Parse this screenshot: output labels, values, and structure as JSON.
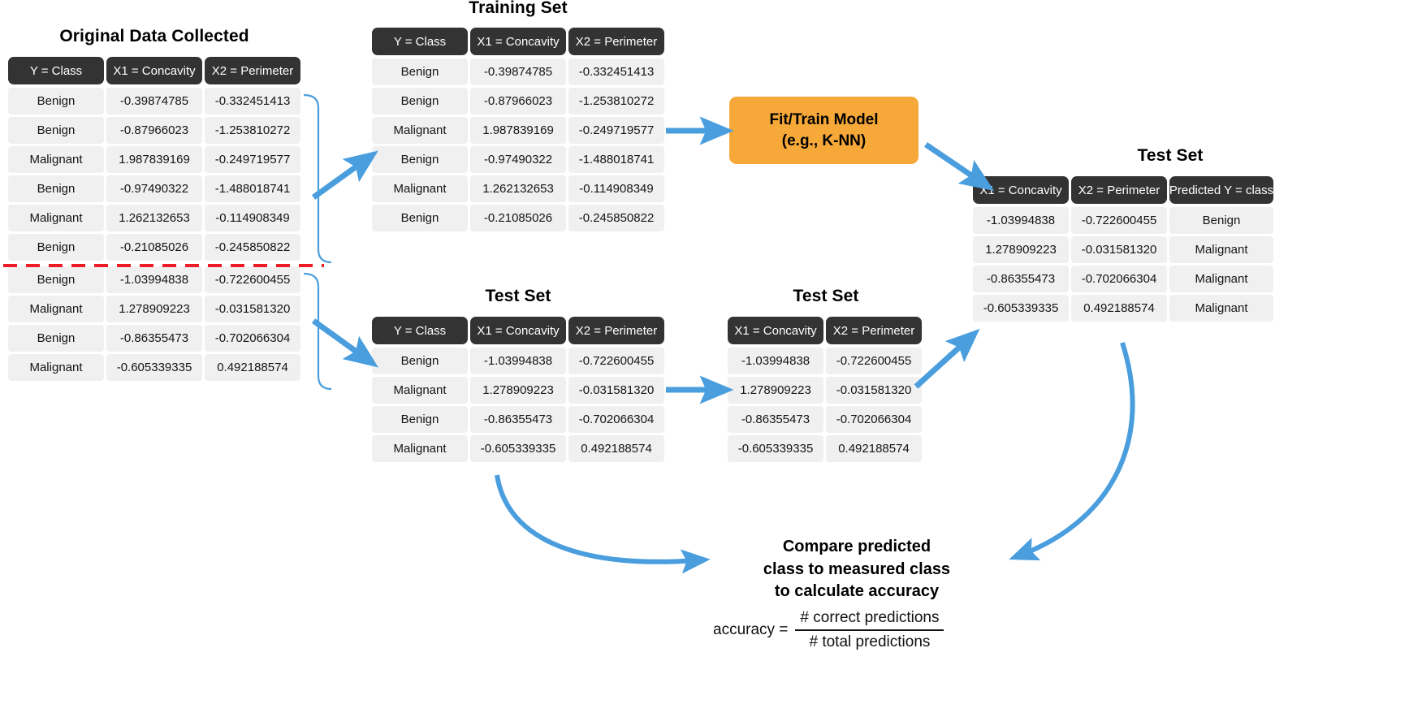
{
  "diagram": {
    "accent_blue": "#4a9ede",
    "header_dark": "#333333",
    "cell_gray": "#f0f0f0",
    "model_orange": "#f6a838",
    "split_line_red": "#ee1c25"
  },
  "original_table": {
    "title": "Original Data Collected",
    "columns": [
      "Y = Class",
      "X1 = Concavity",
      "X2 = Perimeter"
    ],
    "rows": [
      [
        "Benign",
        "-0.39874785",
        "-0.332451413"
      ],
      [
        "Benign",
        "-0.87966023",
        "-1.253810272"
      ],
      [
        "Malignant",
        "1.987839169",
        "-0.249719577"
      ],
      [
        "Benign",
        "-0.97490322",
        "-1.488018741"
      ],
      [
        "Malignant",
        "1.262132653",
        "-0.114908349"
      ],
      [
        "Benign",
        "-0.21085026",
        "-0.245850822"
      ],
      [
        "Benign",
        "-1.03994838",
        "-0.722600455"
      ],
      [
        "Malignant",
        "1.278909223",
        "-0.031581320"
      ],
      [
        "Benign",
        "-0.86355473",
        "-0.702066304"
      ],
      [
        "Malignant",
        "-0.605339335",
        "0.492188574"
      ]
    ],
    "split_after_row": 6
  },
  "training_table": {
    "title": "Training Set",
    "columns": [
      "Y = Class",
      "X1 = Concavity",
      "X2 = Perimeter"
    ],
    "rows": [
      [
        "Benign",
        "-0.39874785",
        "-0.332451413"
      ],
      [
        "Benign",
        "-0.87966023",
        "-1.253810272"
      ],
      [
        "Malignant",
        "1.987839169",
        "-0.249719577"
      ],
      [
        "Benign",
        "-0.97490322",
        "-1.488018741"
      ],
      [
        "Malignant",
        "1.262132653",
        "-0.114908349"
      ],
      [
        "Benign",
        "-0.21085026",
        "-0.245850822"
      ]
    ]
  },
  "test_table_labeled": {
    "title": "Test Set",
    "columns": [
      "Y = Class",
      "X1 = Concavity",
      "X2 = Perimeter"
    ],
    "rows": [
      [
        "Benign",
        "-1.03994838",
        "-0.722600455"
      ],
      [
        "Malignant",
        "1.278909223",
        "-0.031581320"
      ],
      [
        "Benign",
        "-0.86355473",
        "-0.702066304"
      ],
      [
        "Malignant",
        "-0.605339335",
        "0.492188574"
      ]
    ]
  },
  "test_table_features": {
    "title": "Test Set",
    "columns": [
      "X1 = Concavity",
      "X2 = Perimeter"
    ],
    "rows": [
      [
        "-1.03994838",
        "-0.722600455"
      ],
      [
        "1.278909223",
        "-0.031581320"
      ],
      [
        "-0.86355473",
        "-0.702066304"
      ],
      [
        "-0.605339335",
        "0.492188574"
      ]
    ]
  },
  "test_table_predicted": {
    "title": "Test Set",
    "columns": [
      "X1 = Concavity",
      "X2 = Perimeter",
      "Predicted Y = class"
    ],
    "rows": [
      [
        "-1.03994838",
        "-0.722600455",
        "Benign"
      ],
      [
        "1.278909223",
        "-0.031581320",
        "Malignant"
      ],
      [
        "-0.86355473",
        "-0.702066304",
        "Malignant"
      ],
      [
        "-0.605339335",
        "0.492188574",
        "Malignant"
      ]
    ]
  },
  "model_box": {
    "line1": "Fit/Train Model",
    "line2": "(e.g., K-NN)"
  },
  "compare": {
    "line1": "Compare predicted",
    "line2": "class to measured class",
    "line3": "to calculate accuracy"
  },
  "accuracy_formula": {
    "lhs": "accuracy =",
    "numerator": "# correct predictions",
    "denominator": "# total predictions"
  }
}
